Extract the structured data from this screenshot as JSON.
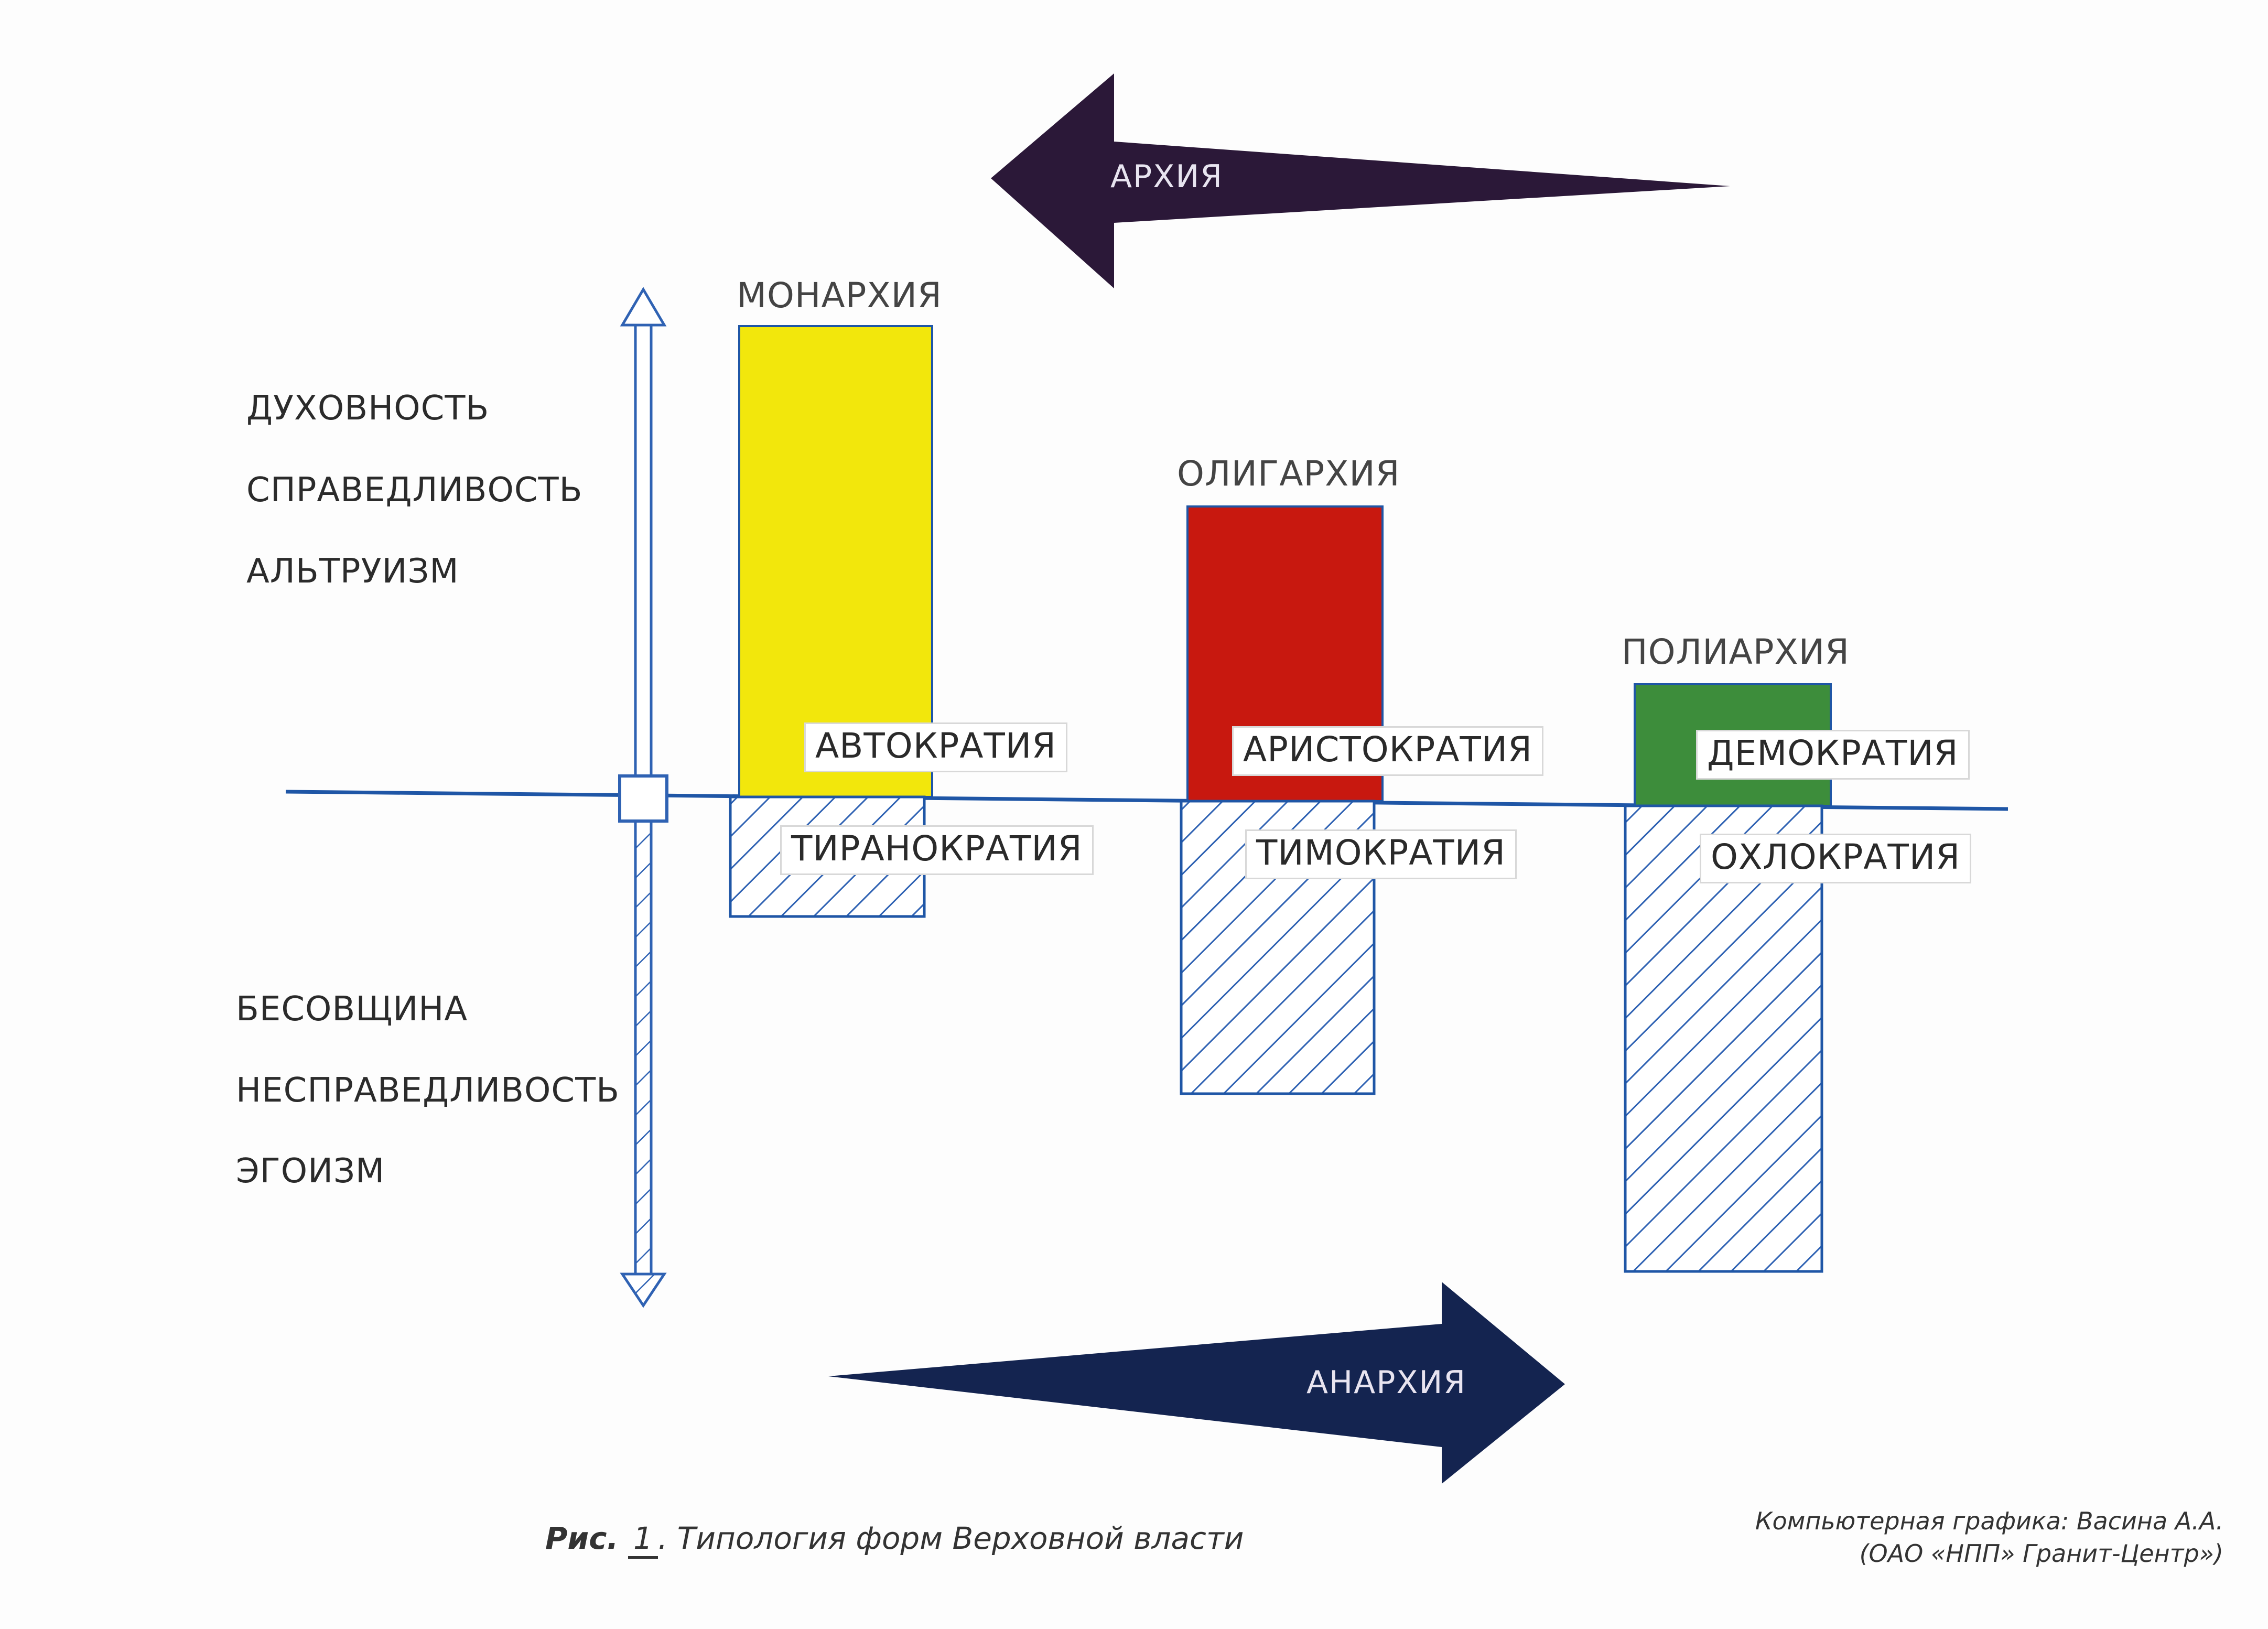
{
  "arrows": {
    "top": {
      "label": "АРХИЯ",
      "color": "#2b1838"
    },
    "bottom": {
      "label": "АНАРХИЯ",
      "color": "#142450"
    }
  },
  "axis": {
    "upper_terms": [
      "ДУХОВНОСТЬ",
      "СПРАВЕДЛИВОСТЬ",
      "АЛЬТРУИЗМ"
    ],
    "lower_terms": [
      "БЕСОВЩИНА",
      "НЕСПРАВЕДЛИВОСТЬ",
      "ЭГОИЗМ"
    ],
    "line_color": "#1f56a6"
  },
  "columns": [
    {
      "heading": "МОНАРХИЯ",
      "upper_form": "АВТОКРАТИЯ",
      "lower_form": "ТИРАНОКРАТИЯ",
      "color": "#f2e70c"
    },
    {
      "heading": "ОЛИГАРХИЯ",
      "upper_form": "АРИСТОКРАТИЯ",
      "lower_form": "ТИМОКРАТИЯ",
      "color": "#c8180f"
    },
    {
      "heading": "ПОЛИАРХИЯ",
      "upper_form": "ДЕМОКРАТИЯ",
      "lower_form": "ОХЛОКРАТИЯ",
      "color": "#3d8d3b"
    }
  ],
  "caption": {
    "prefix": "Рис.",
    "number": "1",
    "text": ". Типология форм Верховной власти"
  },
  "credit": {
    "line1": "Компьютерная  графика: Васина А.А.",
    "line2": "(ОАО «НПП» Гранит-Центр»)"
  }
}
